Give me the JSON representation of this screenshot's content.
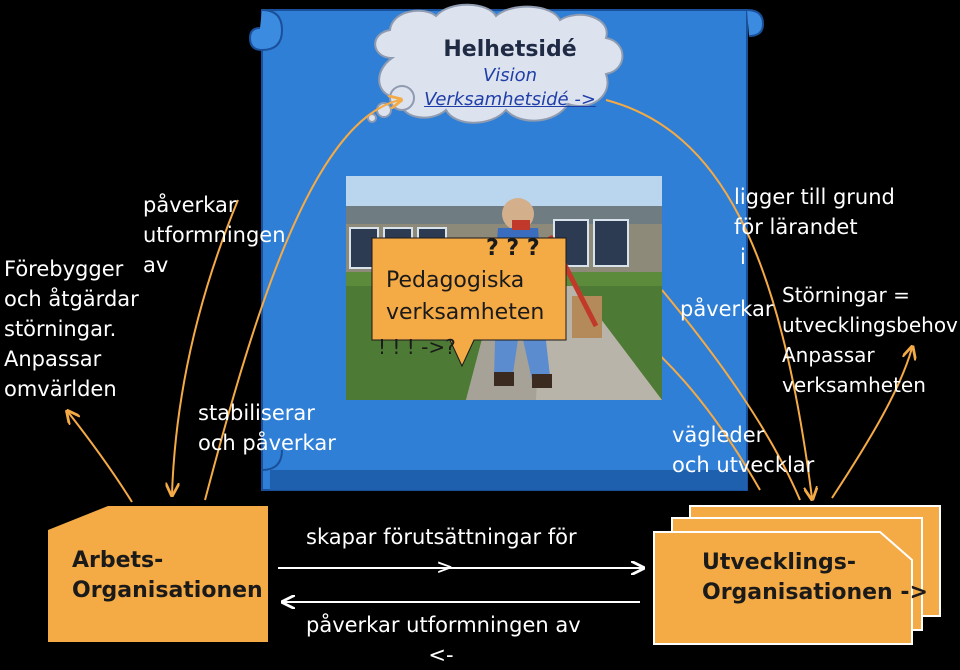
{
  "cloud": {
    "title": "Helhetsidé",
    "subtitle": "Vision",
    "link": "Verksamhetsidé ->"
  },
  "callout": {
    "line1": "? ? ?",
    "line2": "Pedagogiska",
    "line3": "verksamheten",
    "line4": "! ! ! ->?"
  },
  "left_text": {
    "line1": "Förebygger",
    "line2": "och åtgärdar",
    "line3": "störningar.",
    "line4": "Anpassar",
    "line5": "omvärlden"
  },
  "top_left_text": {
    "line1": "påverkar",
    "line2": "utformningen",
    "line3": "av"
  },
  "stabilize_text": {
    "line1": "stabiliserar",
    "line2": "och påverkar"
  },
  "right_top_text": {
    "line1": "ligger till grund",
    "line2": "för lärandet",
    "line3": "i"
  },
  "paverkar_text": "påverkar",
  "right_text": {
    "line1": "Störningar =",
    "line2": "utvecklingsbehov",
    "line3": "Anpassar",
    "line4": "verksamheten"
  },
  "vagleder_text": {
    "line1": "vägleder",
    "line2": "och utvecklar"
  },
  "bottom_top_text": {
    "line1": "skapar förutsättningar för",
    "line2": "->"
  },
  "bottom_bottom_text": {
    "line1": "påverkar utformningen av",
    "line2": "<-"
  },
  "org_left": {
    "line1": "Arbets-",
    "line2": "Organisationen"
  },
  "org_right": {
    "line1": "Utvecklings-",
    "line2": "Organisationen ->"
  },
  "colors": {
    "background": "#000000",
    "scroll": "#2f7fd6",
    "scroll_shade": "#1e5fae",
    "orange": "#f4aa45",
    "cloud": "#dde3ee",
    "text": "#ffffff"
  }
}
